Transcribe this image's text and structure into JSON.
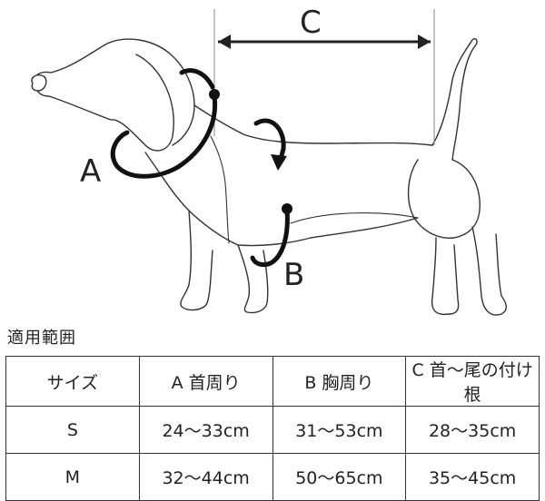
{
  "diagram": {
    "label_a": "A",
    "label_b": "B",
    "label_c": "C"
  },
  "range_title": "適用範囲",
  "table": {
    "headers": [
      "サイズ",
      "A 首周り",
      "B 胸周り",
      "C 首〜尾の付け根"
    ],
    "rows": [
      {
        "size": "S",
        "a": "24〜33cm",
        "b": "31〜53cm",
        "c": "28〜35cm"
      },
      {
        "size": "M",
        "a": "32〜44cm",
        "b": "50〜65cm",
        "c": "35〜45cm"
      }
    ]
  }
}
